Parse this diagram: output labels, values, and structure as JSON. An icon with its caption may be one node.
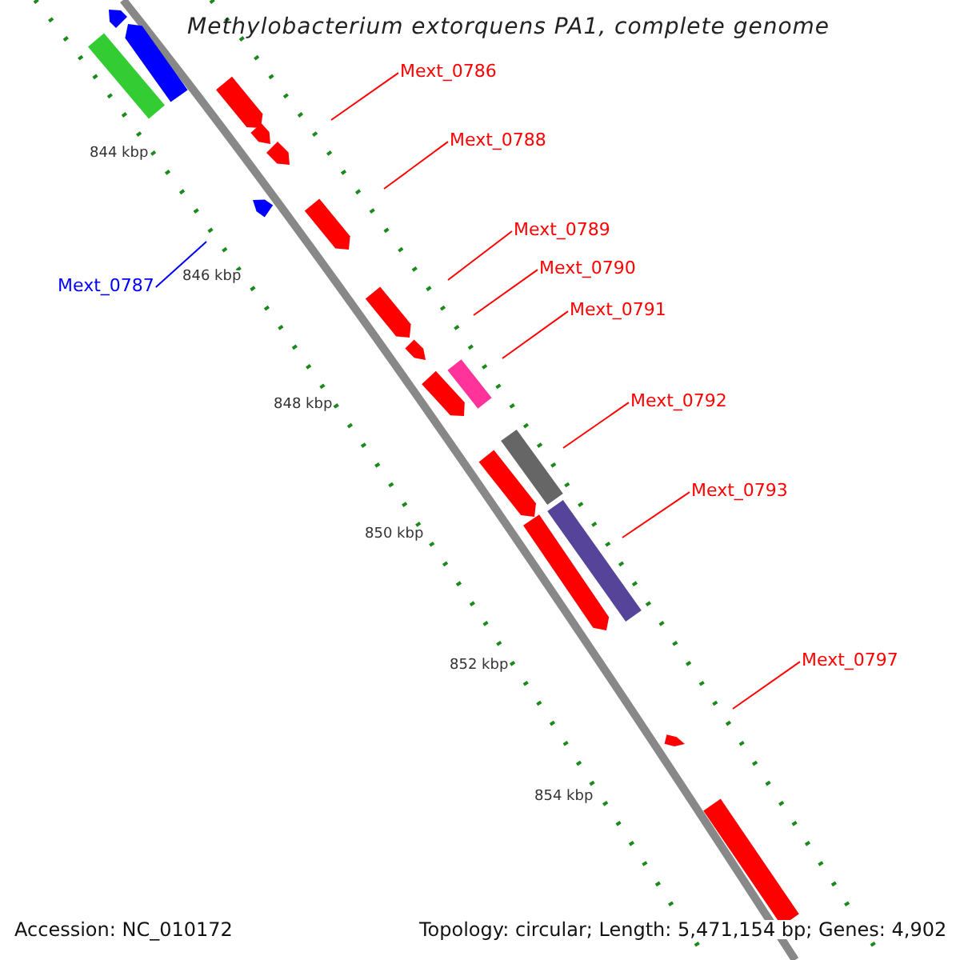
{
  "diagram": {
    "title": "Methylobacterium extorquens PA1, complete genome",
    "nodes": [
      {
        "text": [
          "Mext_0786"
        ]
      },
      {
        "text": [
          "Mext_0788"
        ]
      },
      {
        "text": [
          "Mext_0789"
        ]
      },
      {
        "text": [
          "Mext_0790"
        ]
      },
      {
        "text": [
          "Mext_0787"
        ]
      },
      {
        "text": [
          "Mext_0791"
        ]
      },
      {
        "text": [
          "Mext_0792"
        ]
      },
      {
        "text": [
          "Mext_0793"
        ]
      },
      {
        "text": [
          "Mext_0797"
        ]
      }
    ],
    "edges": [
      {
        "from": 0,
        "to": null,
        "arrow": "none"
      },
      {
        "from": 1,
        "to": null,
        "arrow": "none"
      },
      {
        "from": 2,
        "to": null,
        "arrow": "none"
      },
      {
        "from": 3,
        "to": null,
        "arrow": "none"
      },
      {
        "from": 4,
        "to": null,
        "arrow": "none",
        "color": "#0000ff"
      },
      {
        "from": 5,
        "to": null,
        "arrow": "none"
      },
      {
        "from": 6,
        "to": null,
        "arrow": "none"
      },
      {
        "from": 7,
        "to": null,
        "arrow": "none"
      },
      {
        "from": 8,
        "to": null,
        "arrow": "none"
      }
    ],
    "labels": [
      "844 kbp",
      "846 kbp",
      "848 kbp",
      "850 kbp",
      "852 kbp",
      "854 kbp",
      "Accession: NC_010172",
      "Topology: circular; Length: 5,471,154 bp; Genes: 4,902"
    ]
  }
}
